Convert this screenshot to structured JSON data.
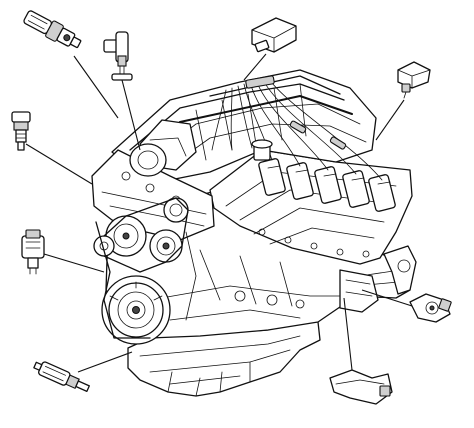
{
  "diagram": {
    "type": "engine-sensor-locator",
    "style": "black line art on white background",
    "colors": {
      "line": "#111111",
      "background": "#ffffff",
      "shade": "#cfcfcf"
    },
    "components": [
      "engine-block",
      "intake-manifold",
      "ignition-coil-bank-right",
      "spark-plug-wiring",
      "crankshaft-pulley",
      "accessory-pulleys",
      "oil-pan",
      "exhaust-manifold"
    ],
    "callouts": [
      "sensor-top-left-connector",
      "sensor-camshaft-position",
      "sensor-map-top",
      "sensor-right-upper",
      "sensor-left-switch",
      "sensor-left-middle-connector",
      "sensor-knock-right",
      "sensor-bottom-left",
      "sensor-bottom-right-elbow"
    ]
  }
}
